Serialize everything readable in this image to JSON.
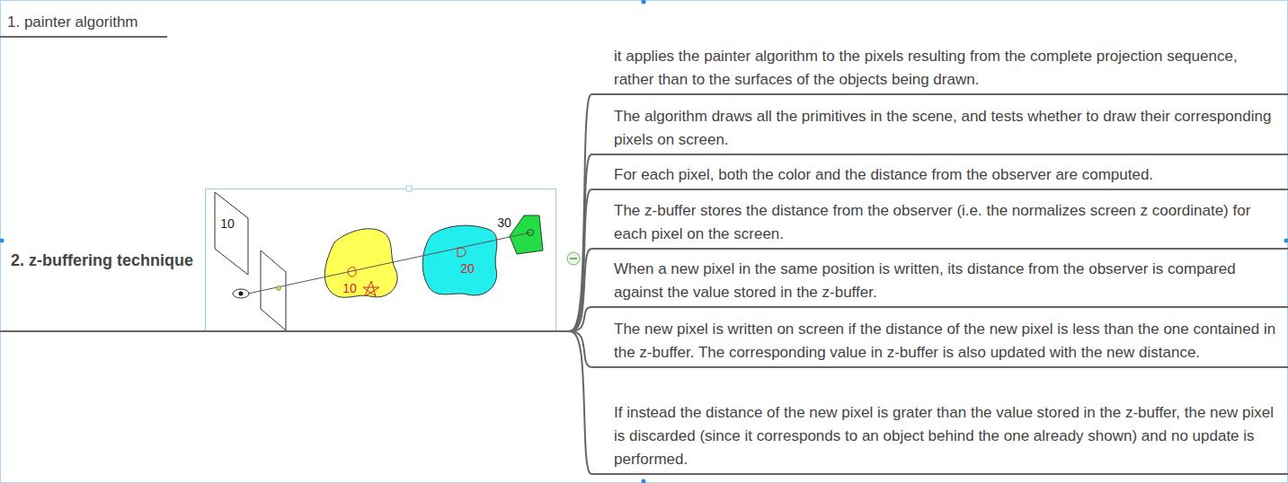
{
  "diagram": {
    "nodes": [
      {
        "text": [
          "1. painter algorithm"
        ]
      },
      {
        "text": [
          "2. z-buffering technique"
        ]
      },
      {
        "text": [
          "it applies the painter algorithm to the pixels resulting from the complete projection sequence, rather than to the surfaces of the objects being drawn."
        ]
      },
      {
        "text": [
          "The algorithm draws all the primitives in the scene, and tests whether to draw their corresponding pixels on screen."
        ]
      },
      {
        "text": [
          "For each pixel, both the color and the distance from the observer are computed."
        ]
      },
      {
        "text": [
          "The z-buffer stores the distance from the observer (i.e. the normalizes screen z coordinate) for each pixel on the screen."
        ]
      },
      {
        "text": [
          "When a new pixel in the same position is written, its distance from the observer is compared against the value stored in the z-buffer."
        ]
      },
      {
        "text": [
          "The new pixel is written on screen if the distance of the new pixel is less than the one contained in the z-buffer. The corresponding value in z-buffer is also updated with the new distance."
        ]
      },
      {
        "text": [
          "If instead the distance of the new pixel is grater than the value stored in the z-buffer, the new pixel is discarded (since it corresponds to an object behind the one already shown) and no update is performed."
        ]
      }
    ],
    "edges": [
      {
        "from": 1,
        "to": 2,
        "arrow": "none"
      },
      {
        "from": 1,
        "to": 3,
        "arrow": "none"
      },
      {
        "from": 1,
        "to": 4,
        "arrow": "none"
      },
      {
        "from": 1,
        "to": 5,
        "arrow": "none"
      },
      {
        "from": 1,
        "to": 6,
        "arrow": "none"
      },
      {
        "from": 1,
        "to": 7,
        "arrow": "none"
      },
      {
        "from": 1,
        "to": 8,
        "arrow": "none"
      }
    ],
    "labels": [
      "10",
      "30",
      "10",
      "20"
    ]
  }
}
